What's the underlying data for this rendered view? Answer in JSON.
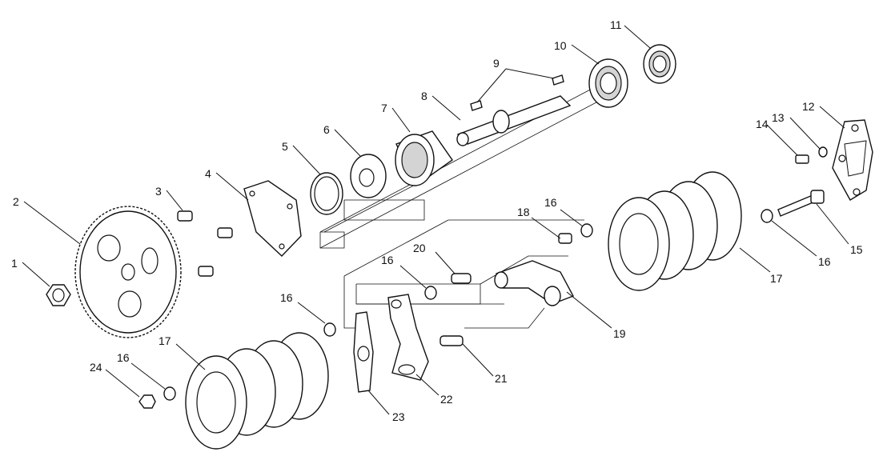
{
  "callouts": [
    {
      "id": "c1",
      "text": "1"
    },
    {
      "id": "c2",
      "text": "2"
    },
    {
      "id": "c3",
      "text": "3"
    },
    {
      "id": "c4",
      "text": "4"
    },
    {
      "id": "c5",
      "text": "5"
    },
    {
      "id": "c6",
      "text": "6"
    },
    {
      "id": "c7",
      "text": "7"
    },
    {
      "id": "c8",
      "text": "8"
    },
    {
      "id": "c9",
      "text": "9"
    },
    {
      "id": "c10",
      "text": "10"
    },
    {
      "id": "c11",
      "text": "11"
    },
    {
      "id": "c12",
      "text": "12"
    },
    {
      "id": "c13",
      "text": "13"
    },
    {
      "id": "c14",
      "text": "14"
    },
    {
      "id": "c15",
      "text": "15"
    },
    {
      "id": "c16a",
      "text": "16"
    },
    {
      "id": "c16b",
      "text": "16"
    },
    {
      "id": "c16c",
      "text": "16"
    },
    {
      "id": "c16d",
      "text": "16"
    },
    {
      "id": "c16e",
      "text": "16"
    },
    {
      "id": "c17a",
      "text": "17"
    },
    {
      "id": "c17b",
      "text": "17"
    },
    {
      "id": "c18",
      "text": "18"
    },
    {
      "id": "c19",
      "text": "19"
    },
    {
      "id": "c20",
      "text": "20"
    },
    {
      "id": "c21",
      "text": "21"
    },
    {
      "id": "c22",
      "text": "22"
    },
    {
      "id": "c23",
      "text": "23"
    },
    {
      "id": "c24",
      "text": "24"
    }
  ]
}
